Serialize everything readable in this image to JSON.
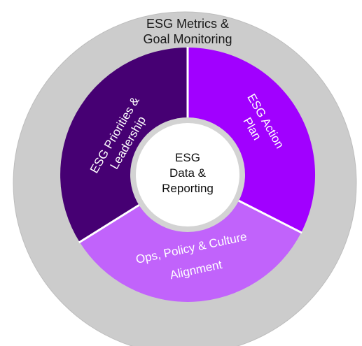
{
  "diagram": {
    "outer_ring": {
      "label_line1": "ESG Metrics &",
      "label_line2": "Goal Monitoring",
      "color": "#cccccc"
    },
    "segments": [
      {
        "id": "priorities",
        "line1": "ESG Priorities &",
        "line2": "Leadership",
        "color": "#460073"
      },
      {
        "id": "action",
        "line1": "ESG Action",
        "line2": "Plan",
        "color": "#a100ff"
      },
      {
        "id": "ops",
        "line1": "Ops, Policy & Culture",
        "line2": "Alignment",
        "color": "#c163fb"
      }
    ],
    "center": {
      "line1": "ESG",
      "line2": "Data &",
      "line3": "Reporting",
      "color": "#ffffff",
      "ring_color": "#d3d3d3"
    },
    "divider_color": "#ffffff"
  }
}
